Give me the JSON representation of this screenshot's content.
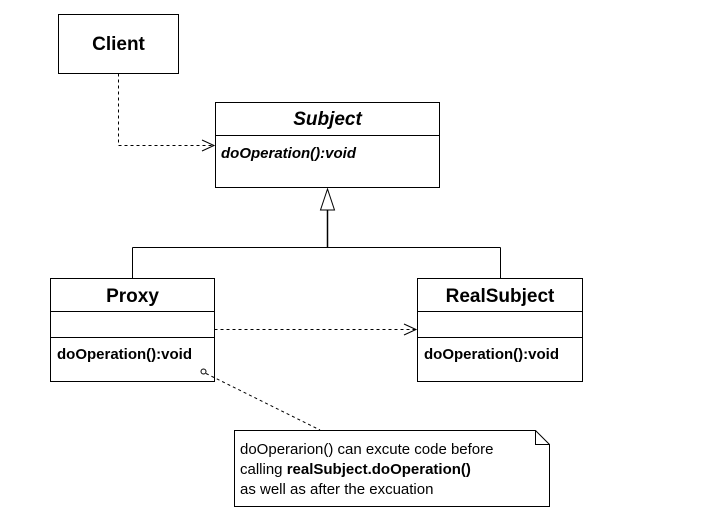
{
  "classes": {
    "client": {
      "name": "Client"
    },
    "subject": {
      "name": "Subject",
      "operation": "doOperation():void"
    },
    "proxy": {
      "name": "Proxy",
      "operation": "doOperation():void"
    },
    "real_subject": {
      "name": "RealSubject",
      "operation": "doOperation():void"
    }
  },
  "note": {
    "line1": "doOperarion() can excute code before",
    "line2_prefix": "calling ",
    "line2_bold": "realSubject.doOperation()",
    "line3": "as well as after the excuation"
  },
  "colors": {
    "stroke": "#000000",
    "background": "#ffffff"
  }
}
